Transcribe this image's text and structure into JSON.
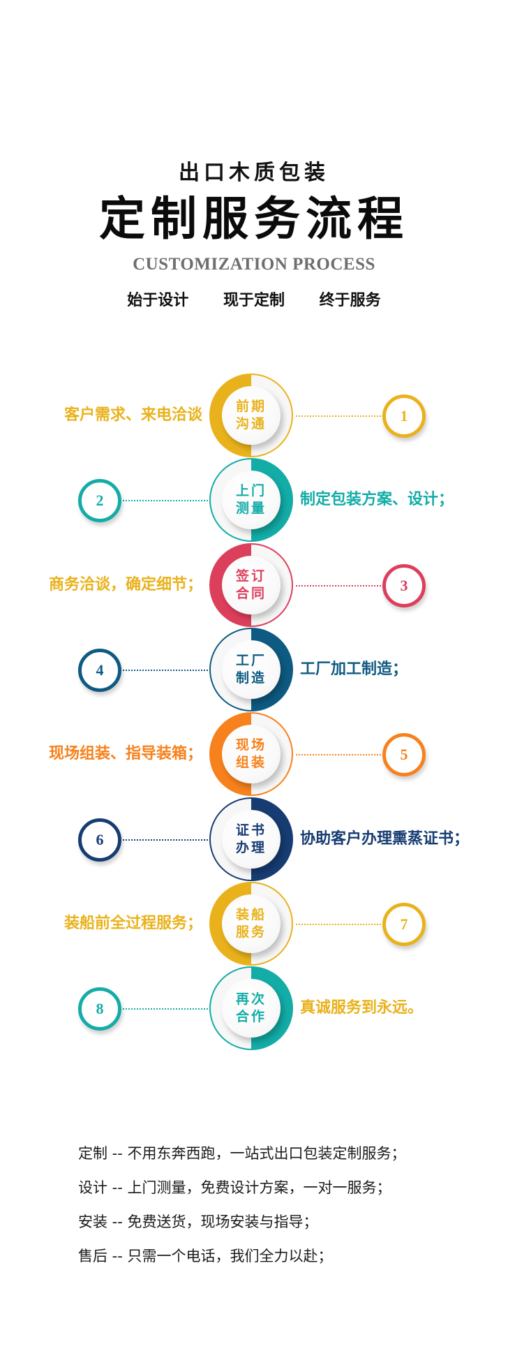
{
  "header": {
    "subtitle": "出口木质包装",
    "title": "定制服务流程",
    "english_title": "CUSTOMIZATION PROCESS",
    "slogans": [
      "始于设计",
      "现于定制",
      "终于服务"
    ]
  },
  "steps": [
    {
      "number": "1",
      "line1": "前期",
      "line2": "沟通",
      "description": "客户需求、来电洽谈",
      "color": "#e9b21c",
      "desc_color": "#e9b21c",
      "side": "left"
    },
    {
      "number": "2",
      "line1": "上门",
      "line2": "测量",
      "description": "制定包装方案、设计；",
      "color": "#13aca7",
      "desc_color": "#13aca7",
      "side": "right"
    },
    {
      "number": "3",
      "line1": "签订",
      "line2": "合同",
      "description": "商务洽谈，确定细节；",
      "color": "#dc3f5c",
      "desc_color": "#e9b21c",
      "side": "left"
    },
    {
      "number": "4",
      "line1": "工厂",
      "line2": "制造",
      "description": "工厂加工制造；",
      "color": "#0e5a82",
      "desc_color": "#0e5a82",
      "side": "right"
    },
    {
      "number": "5",
      "line1": "现场",
      "line2": "组装",
      "description": "现场组装、指导装箱；",
      "color": "#f7811c",
      "desc_color": "#f7811c",
      "side": "left"
    },
    {
      "number": "6",
      "line1": "证书",
      "line2": "办理",
      "description": "协助客户办理熏蒸证书；",
      "color": "#163c72",
      "desc_color": "#163c72",
      "side": "right"
    },
    {
      "number": "7",
      "line1": "装船",
      "line2": "服务",
      "description": "装船前全过程服务；",
      "color": "#e9b21c",
      "desc_color": "#e9b21c",
      "side": "left"
    },
    {
      "number": "8",
      "line1": "再次",
      "line2": "合作",
      "description": "真诚服务到永远。",
      "color": "#13aca7",
      "desc_color": "#e9b21c",
      "side": "right"
    }
  ],
  "notes": [
    "定制 -- 不用东奔西跑，一站式出口包装定制服务；",
    "设计 -- 上门测量，免费设计方案，一对一服务；",
    "安装 -- 免费送货，现场安装与指导；",
    "售后 -- 只需一个电话，我们全力以赴；"
  ]
}
